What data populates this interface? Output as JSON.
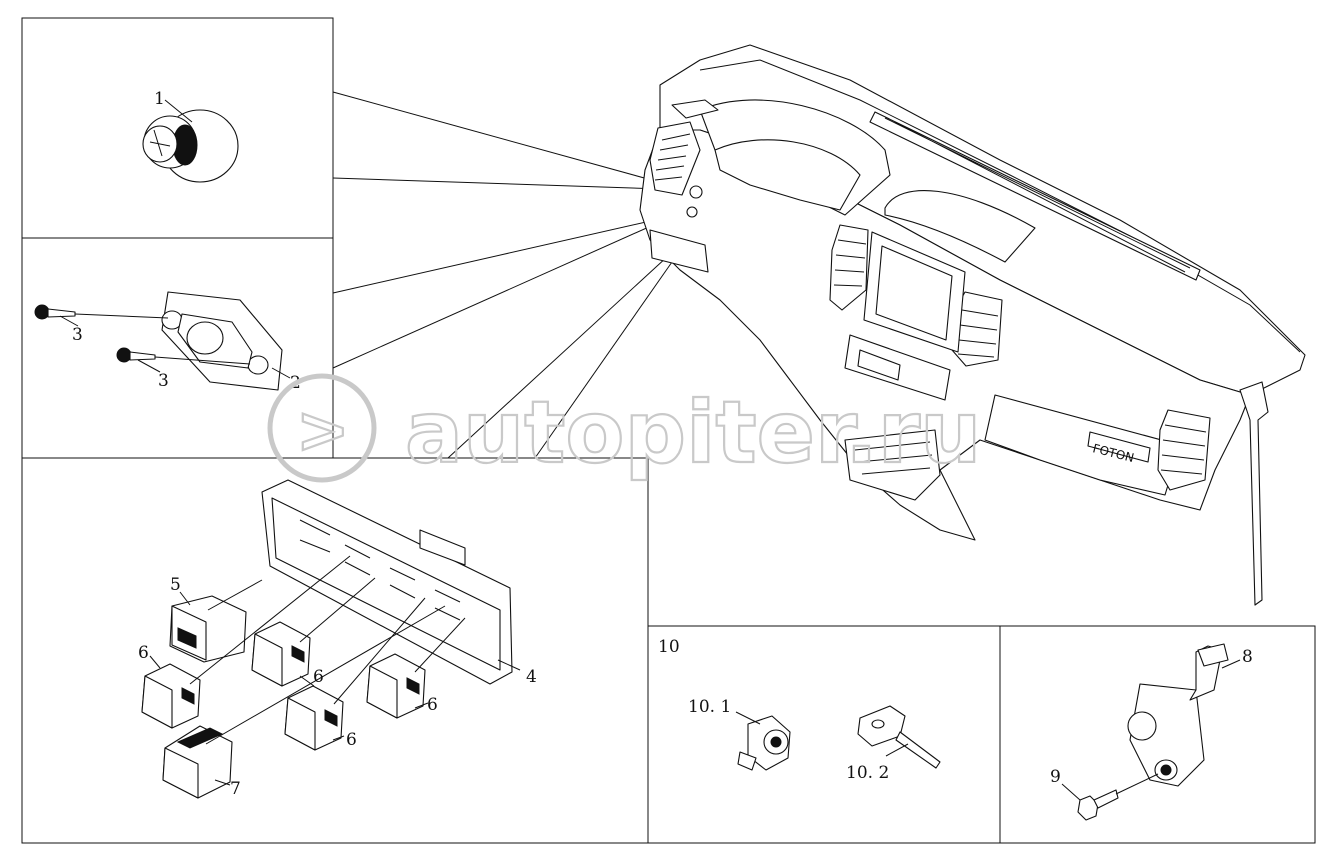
{
  "watermark": {
    "arrow": ">",
    "text": "autopiter.ru"
  },
  "labels": {
    "p1": "1",
    "p2": "2",
    "p3a": "3",
    "p3b": "3",
    "p4": "4",
    "p5": "5",
    "p6a": "6",
    "p6b": "6",
    "p6c": "6",
    "p6d": "6",
    "p7": "7",
    "p8": "8",
    "p9": "9",
    "p10": "10",
    "p10_1": "10. 1",
    "p10_2": "10. 2",
    "brand": "FOTON"
  },
  "colors": {
    "line": "#111111",
    "watermark": "#c9c9c9",
    "background": "#ffffff"
  }
}
